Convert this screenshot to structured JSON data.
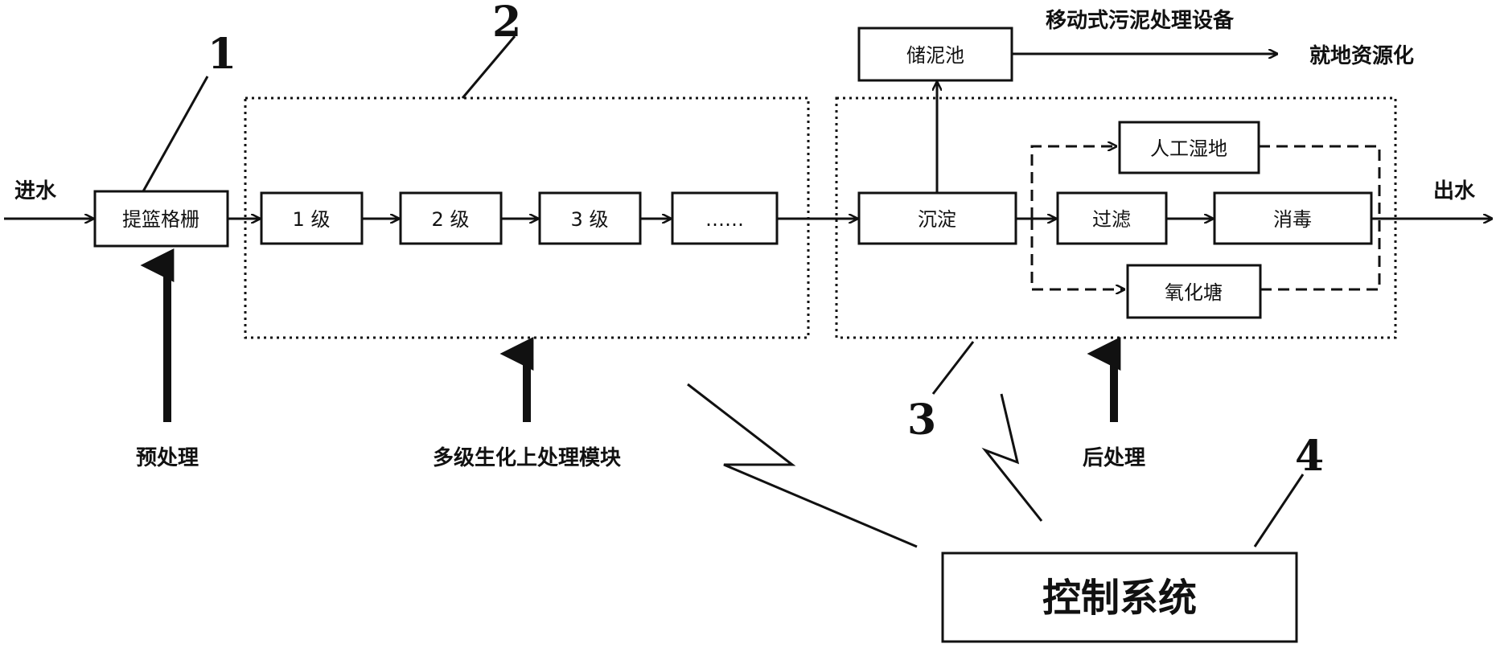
{
  "labels": {
    "inlet": "进水",
    "outlet": "出水",
    "pretreatment": "预处理",
    "multistage_module": "多级生化上处理模块",
    "post_treatment": "后处理",
    "mobile_sludge": "移动式污泥处理设备",
    "local_resource": "就地资源化",
    "control_system": "控制系统"
  },
  "boxes": {
    "screen": "提篮格栅",
    "stage1": "1 级",
    "stage2": "2 级",
    "stage3": "3 级",
    "stage_more": "……",
    "sediment": "沉淀",
    "filter": "过滤",
    "disinfect": "消毒",
    "wetland": "人工湿地",
    "oxidation_pond": "氧化塘",
    "sludge_tank": "储泥池"
  },
  "callouts": {
    "n1": "1",
    "n2": "2",
    "n3": "3",
    "n4": "4"
  }
}
